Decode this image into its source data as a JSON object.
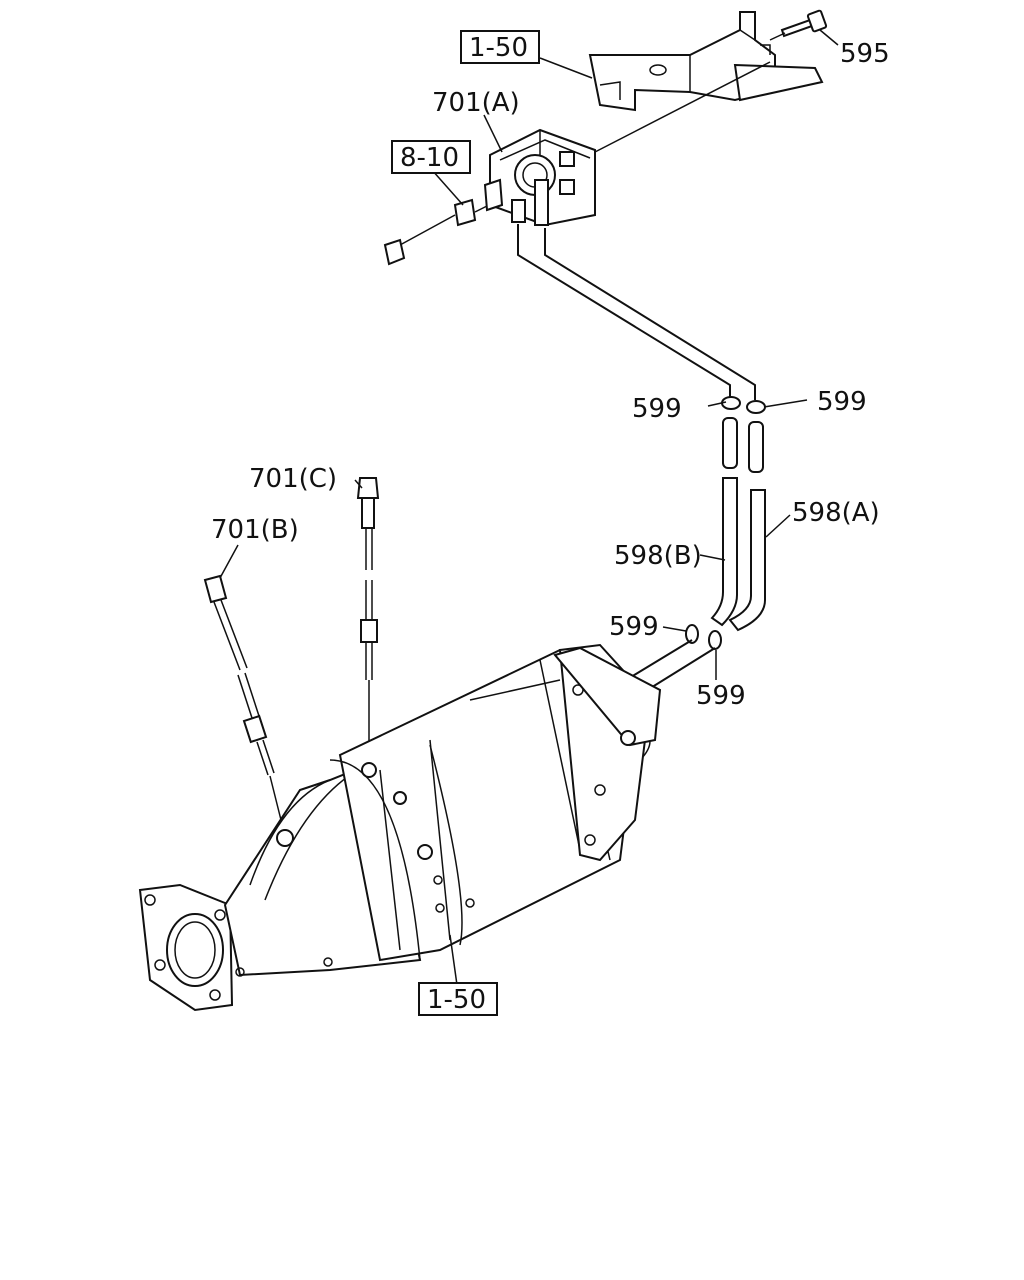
{
  "labels": {
    "ref_1_50_top": "1-50",
    "ref_8_10": "8-10",
    "ref_1_50_bottom": "1-50",
    "part_595": "595",
    "part_701a": "701(A)",
    "part_701b": "701(B)",
    "part_701c": "701(C)",
    "part_599_a": "599",
    "part_599_b": "599",
    "part_599_c": "599",
    "part_599_d": "599",
    "part_598a": "598(A)",
    "part_598b": "598(B)"
  },
  "style": {
    "line_color": "#111111",
    "background": "#ffffff"
  }
}
